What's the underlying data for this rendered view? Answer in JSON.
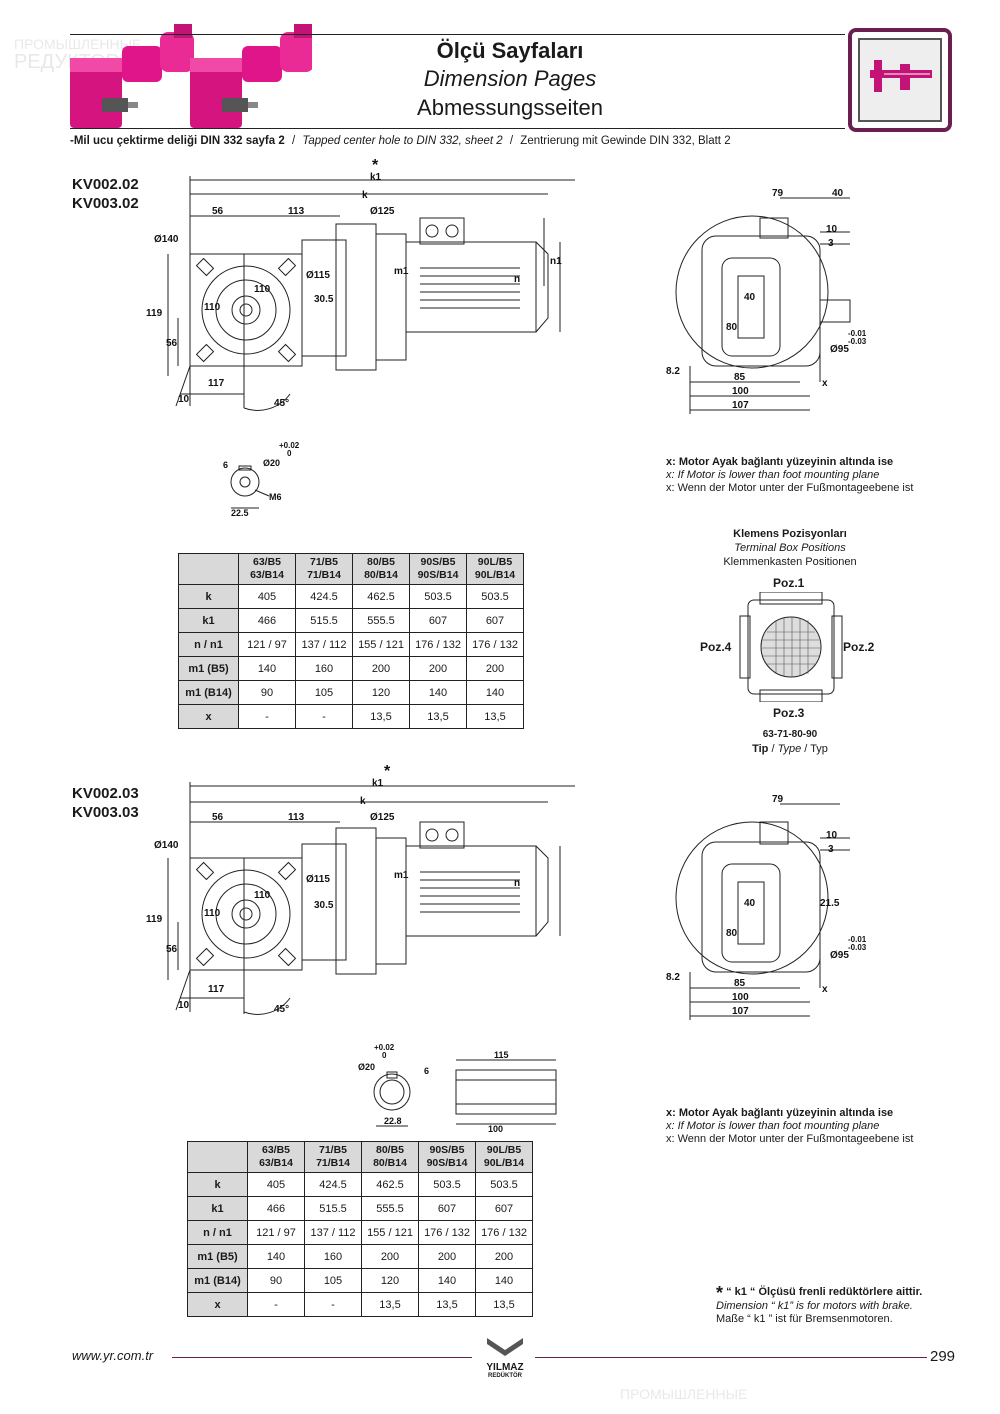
{
  "header": {
    "title_tr": "Ölçü Sayfaları",
    "title_en": "Dimension Pages",
    "title_de": "Abmessungsseiten",
    "icon": "caliper-icon"
  },
  "shaft_note": {
    "tr": "-Mil ucu çektirme deliği DIN 332 sayfa 2",
    "en": "Tapped center hole to DIN 332, sheet 2",
    "de": "Zentrierung mit Gewinde DIN 332, Blatt 2",
    "sep": "/"
  },
  "section1": {
    "model_a": "KV002.02",
    "model_b": "KV003.02",
    "dims": {
      "k1": "k1",
      "k": "k",
      "d56": "56",
      "d113": "113",
      "d125": "Ø125",
      "d140": "Ø140",
      "n1": "n1",
      "n": "n",
      "m1": "m1",
      "d115": "Ø115",
      "d110a": "110",
      "d110b": "110",
      "d30_5": "30.5",
      "d119": "119",
      "d56b": "56",
      "d117": "117",
      "d10": "10",
      "d45": "45°",
      "d79": "79",
      "d40": "40",
      "d10b": "10",
      "d3": "3",
      "d40b": "40",
      "d80": "80",
      "tol_hi": "-0.01",
      "tol_lo": "-0.03",
      "d95": "Ø95",
      "d8_2": "8.2",
      "d85": "85",
      "d100": "100",
      "d107": "107",
      "x": "x"
    },
    "shaft": {
      "tol_hi": "+0.02",
      "tol_lo": "0",
      "dia": "Ø20",
      "six": "6",
      "m6": "M6",
      "w": "22.5"
    },
    "xnote": {
      "tr": "x: Motor Ayak bağlantı yüzeyinin altında ise",
      "en": "x: If Motor is lower than foot mounting plane",
      "de": "x: Wenn der Motor unter der Fußmontageebene ist"
    }
  },
  "terminal": {
    "title_tr": "Klemens Pozisyonları",
    "title_en": "Terminal Box Positions",
    "title_de": "Klemmenkasten Positionen",
    "poz1": "Poz.1",
    "poz2": "Poz.2",
    "poz3": "Poz.3",
    "poz4": "Poz.4",
    "types": "63-71-80-90",
    "type_tr": "Tip",
    "type_en": "Type",
    "type_de": "Typ",
    "sep": "/"
  },
  "table1": {
    "headers": [
      [
        "63/B5",
        "63/B14"
      ],
      [
        "71/B5",
        "71/B14"
      ],
      [
        "80/B5",
        "80/B14"
      ],
      [
        "90S/B5",
        "90S/B14"
      ],
      [
        "90L/B5",
        "90L/B14"
      ]
    ],
    "rows": [
      {
        "label": "k",
        "values": [
          "405",
          "424.5",
          "462.5",
          "503.5",
          "503.5"
        ]
      },
      {
        "label": "k1",
        "values": [
          "466",
          "515.5",
          "555.5",
          "607",
          "607"
        ]
      },
      {
        "label": "n / n1",
        "values": [
          "121 / 97",
          "137 / 112",
          "155 / 121",
          "176 / 132",
          "176 / 132"
        ]
      },
      {
        "label": "m1 (B5)",
        "values": [
          "140",
          "160",
          "200",
          "200",
          "200"
        ]
      },
      {
        "label": "m1 (B14)",
        "values": [
          "90",
          "105",
          "120",
          "140",
          "140"
        ]
      },
      {
        "label": "x",
        "values": [
          "-",
          "-",
          "13,5",
          "13,5",
          "13,5"
        ]
      }
    ]
  },
  "section2": {
    "model_a": "KV002.03",
    "model_b": "KV003.03",
    "dims": {
      "k1": "k1",
      "k": "k",
      "d56": "56",
      "d113": "113",
      "d125": "Ø125",
      "d140": "Ø140",
      "n": "n",
      "m1": "m1",
      "d115": "Ø115",
      "d110a": "110",
      "d110b": "110",
      "d30_5": "30.5",
      "d119": "119",
      "d56b": "56",
      "d117": "117",
      "d10": "10",
      "d45": "45°",
      "d79": "79",
      "d10b": "10",
      "d3": "3",
      "d40": "40",
      "d21_5": "21.5",
      "d80": "80",
      "tol_hi": "-0.01",
      "tol_lo": "-0.03",
      "d95": "Ø95",
      "d8_2": "8.2",
      "d85": "85",
      "d100": "100",
      "d107": "107",
      "x": "x"
    },
    "shaft": {
      "tol_hi": "+0.02",
      "tol_lo": "0",
      "dia": "Ø20",
      "six": "6",
      "w": "22.8",
      "len115": "115",
      "len100": "100"
    },
    "xnote": {
      "tr": "x: Motor Ayak bağlantı yüzeyinin altında ise",
      "en": "x: If Motor is lower than foot mounting plane",
      "de": "x: Wenn der Motor unter der Fußmontageebene ist"
    }
  },
  "table2": {
    "headers": [
      [
        "63/B5",
        "63/B14"
      ],
      [
        "71/B5",
        "71/B14"
      ],
      [
        "80/B5",
        "80/B14"
      ],
      [
        "90S/B5",
        "90S/B14"
      ],
      [
        "90L/B5",
        "90L/B14"
      ]
    ],
    "rows": [
      {
        "label": "k",
        "values": [
          "405",
          "424.5",
          "462.5",
          "503.5",
          "503.5"
        ]
      },
      {
        "label": "k1",
        "values": [
          "466",
          "515.5",
          "555.5",
          "607",
          "607"
        ]
      },
      {
        "label": "n / n1",
        "values": [
          "121 / 97",
          "137 / 112",
          "155 / 121",
          "176 / 132",
          "176 / 132"
        ]
      },
      {
        "label": "m1 (B5)",
        "values": [
          "140",
          "160",
          "200",
          "200",
          "200"
        ]
      },
      {
        "label": "m1 (B14)",
        "values": [
          "90",
          "105",
          "120",
          "140",
          "140"
        ]
      },
      {
        "label": "x",
        "values": [
          "-",
          "-",
          "13,5",
          "13,5",
          "13,5"
        ]
      }
    ]
  },
  "brake_note": {
    "star": "*",
    "tr": "“ k1 “ Ölçüsü frenli redüktörlere aittir.",
    "en": "Dimension “ k1” is for motors with brake.",
    "de": "Maße “ k1 ” ist für Bremsenmotoren."
  },
  "footer": {
    "url": "www.yr.com.tr",
    "brand": "YILMAZ",
    "brand_sub": "REDÜKTÖR",
    "page": "299"
  },
  "watermark": {
    "line1": "ПРОМЫШЛЕННЫЕ",
    "line2": "РЕДУКТОРЫ"
  },
  "colors": {
    "gearbox": "#e0158a",
    "frame": "#7a2a5a",
    "rule": "#6a1f4e",
    "header_cell": "#d9d9d9"
  }
}
